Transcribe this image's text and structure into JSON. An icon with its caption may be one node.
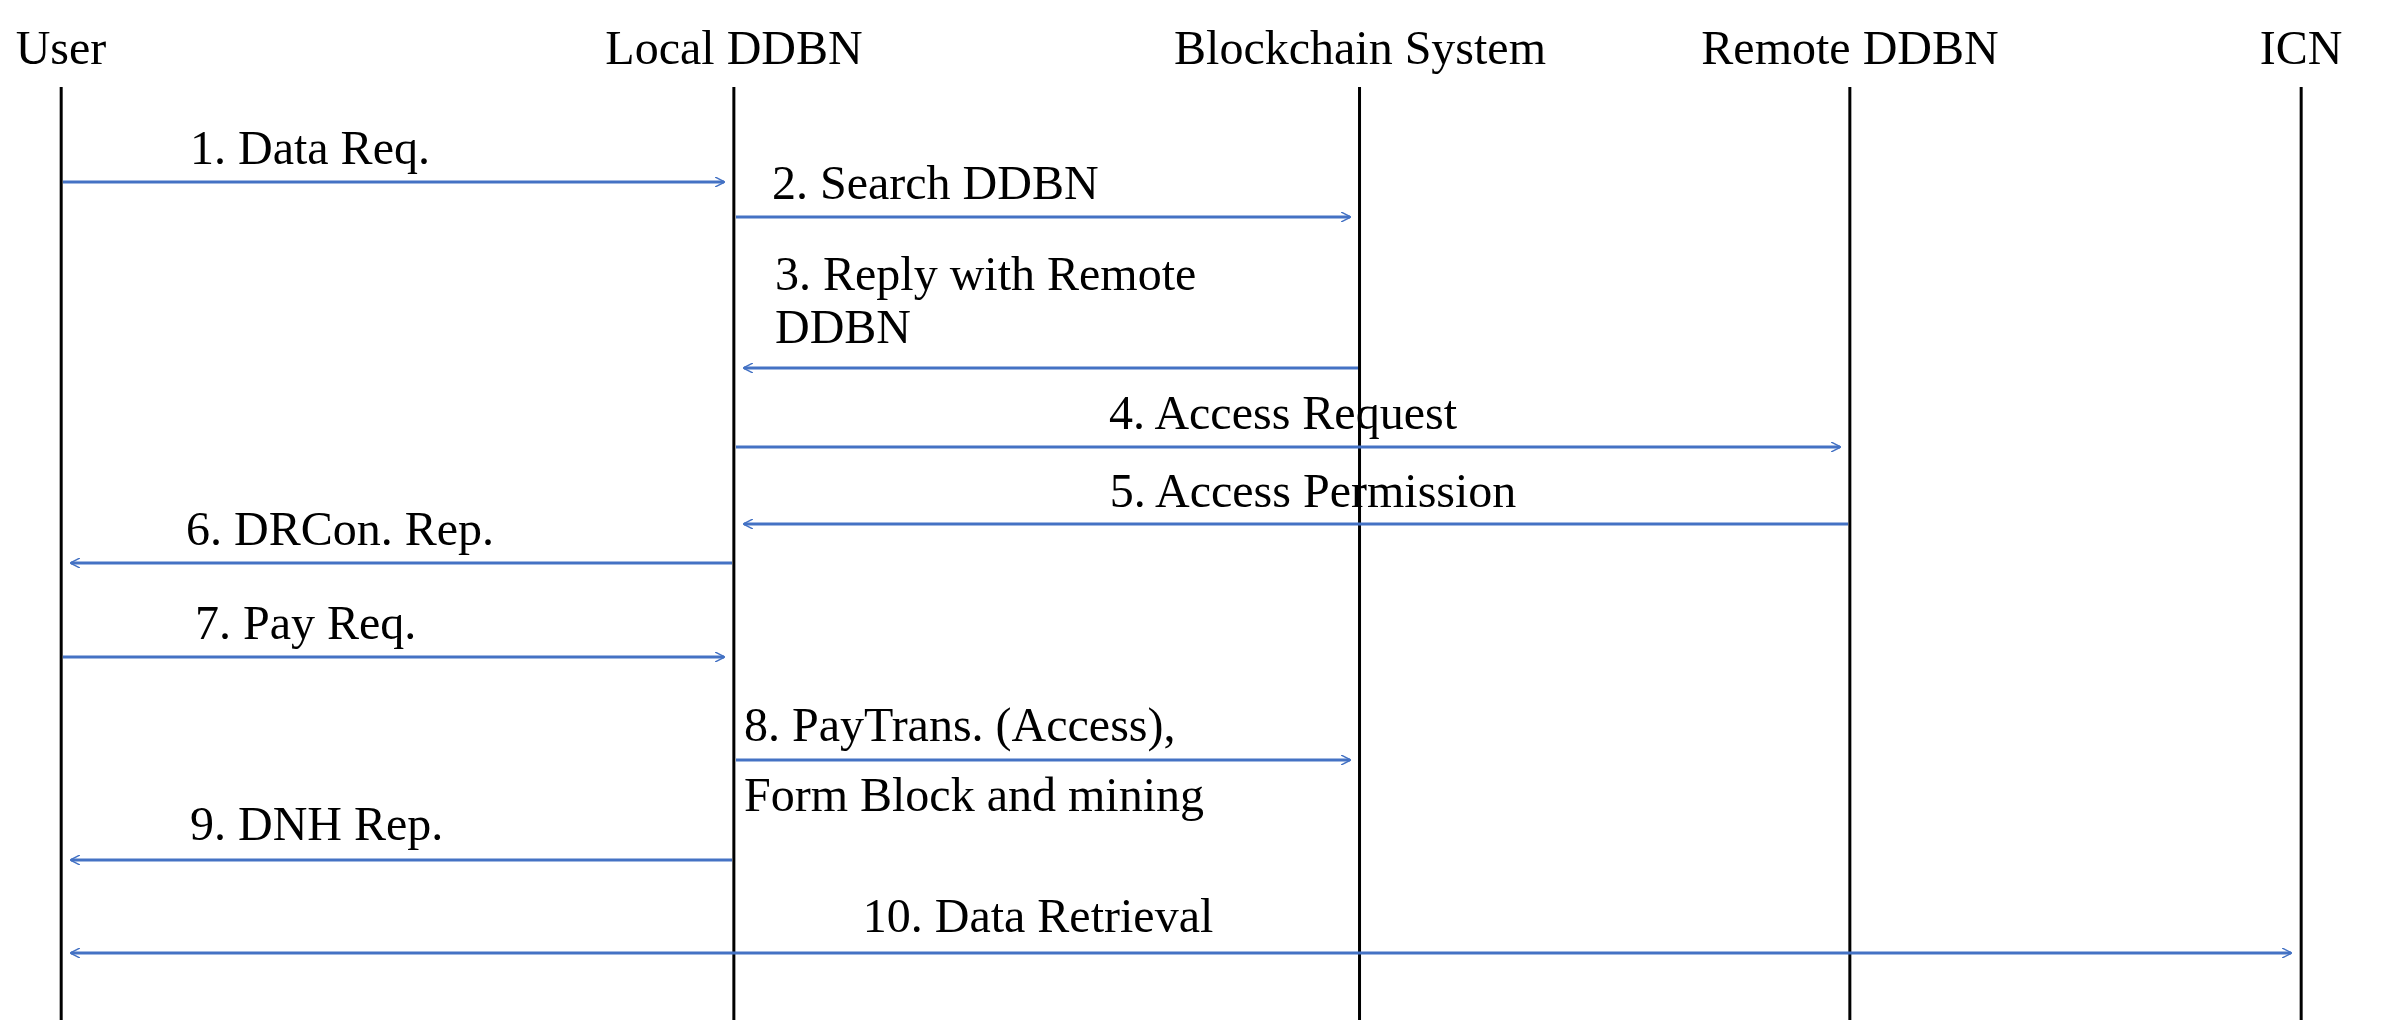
{
  "diagram": {
    "nodes": [
      {
        "text": [
          "User"
        ]
      },
      {
        "text": [
          "Local DDBN"
        ]
      },
      {
        "text": [
          "Blockchain System"
        ]
      },
      {
        "text": [
          "Remote DDBN"
        ]
      },
      {
        "text": [
          "ICN"
        ]
      }
    ],
    "edges": [
      {
        "from": 0,
        "to": 1,
        "arrow": "to",
        "label": "1. Data Req."
      },
      {
        "from": 1,
        "to": 2,
        "arrow": "to",
        "label": "2. Search DDBN"
      },
      {
        "from": 2,
        "to": 1,
        "arrow": "to",
        "label": "3. Reply with Remote DDBN"
      },
      {
        "from": 1,
        "to": 3,
        "arrow": "to",
        "label": "4. Access Request"
      },
      {
        "from": 3,
        "to": 1,
        "arrow": "to",
        "label": "5. Access Permission"
      },
      {
        "from": 1,
        "to": 0,
        "arrow": "to",
        "label": "6. DRCon. Rep."
      },
      {
        "from": 0,
        "to": 1,
        "arrow": "to",
        "label": "7. Pay Req."
      },
      {
        "from": 1,
        "to": 2,
        "arrow": "to",
        "label": "8. PayTrans. (Access), Form Block and mining"
      },
      {
        "from": 1,
        "to": 0,
        "arrow": "to",
        "label": "9. DNH Rep."
      },
      {
        "from": 0,
        "to": 4,
        "arrow": "both",
        "label": "10. Data Retrieval"
      }
    ]
  }
}
